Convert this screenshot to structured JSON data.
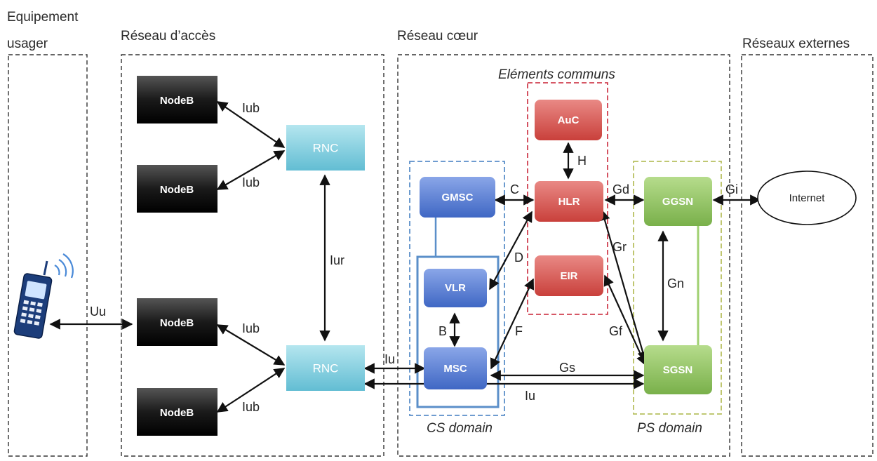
{
  "titles": {
    "ue_line1": "Equipement",
    "ue_line2": "usager",
    "access": "Réseau d’accès",
    "core": "Réseau cœur",
    "external": "Réseaux externes",
    "common": "Eléments communs",
    "cs": "CS domain",
    "ps": "PS domain"
  },
  "nodes": {
    "nodeb1": "NodeB",
    "nodeb2": "NodeB",
    "nodeb3": "NodeB",
    "nodeb4": "NodeB",
    "rnc1": "RNC",
    "rnc2": "RNC",
    "gmsc": "GMSC",
    "vlr": "VLR",
    "msc": "MSC",
    "auc": "AuC",
    "hlr": "HLR",
    "eir": "EIR",
    "ggsn": "GGSN",
    "sgsn": "SGSN",
    "internet": "Internet"
  },
  "interfaces": {
    "uu": "Uu",
    "iub1": "Iub",
    "iub2": "Iub",
    "iub3": "Iub",
    "iub4": "Iub",
    "iur": "Iur",
    "iu1": "Iu",
    "iu2": "Iu",
    "c": "C",
    "d": "D",
    "b": "B",
    "f": "F",
    "h": "H",
    "gd": "Gd",
    "gi": "Gi",
    "gr": "Gr",
    "gn": "Gn",
    "gf": "Gf",
    "gs": "Gs"
  },
  "colors": {
    "nodeb": "#1a1a1a",
    "rnc": "#7fd0e0",
    "cs_node": "#5b80d0",
    "common_node": "#d9534f",
    "ps_node": "#8fc15a",
    "cs_border": "#5b8fc9",
    "common_border": "#d04050",
    "ps_border": "#b8c060"
  }
}
